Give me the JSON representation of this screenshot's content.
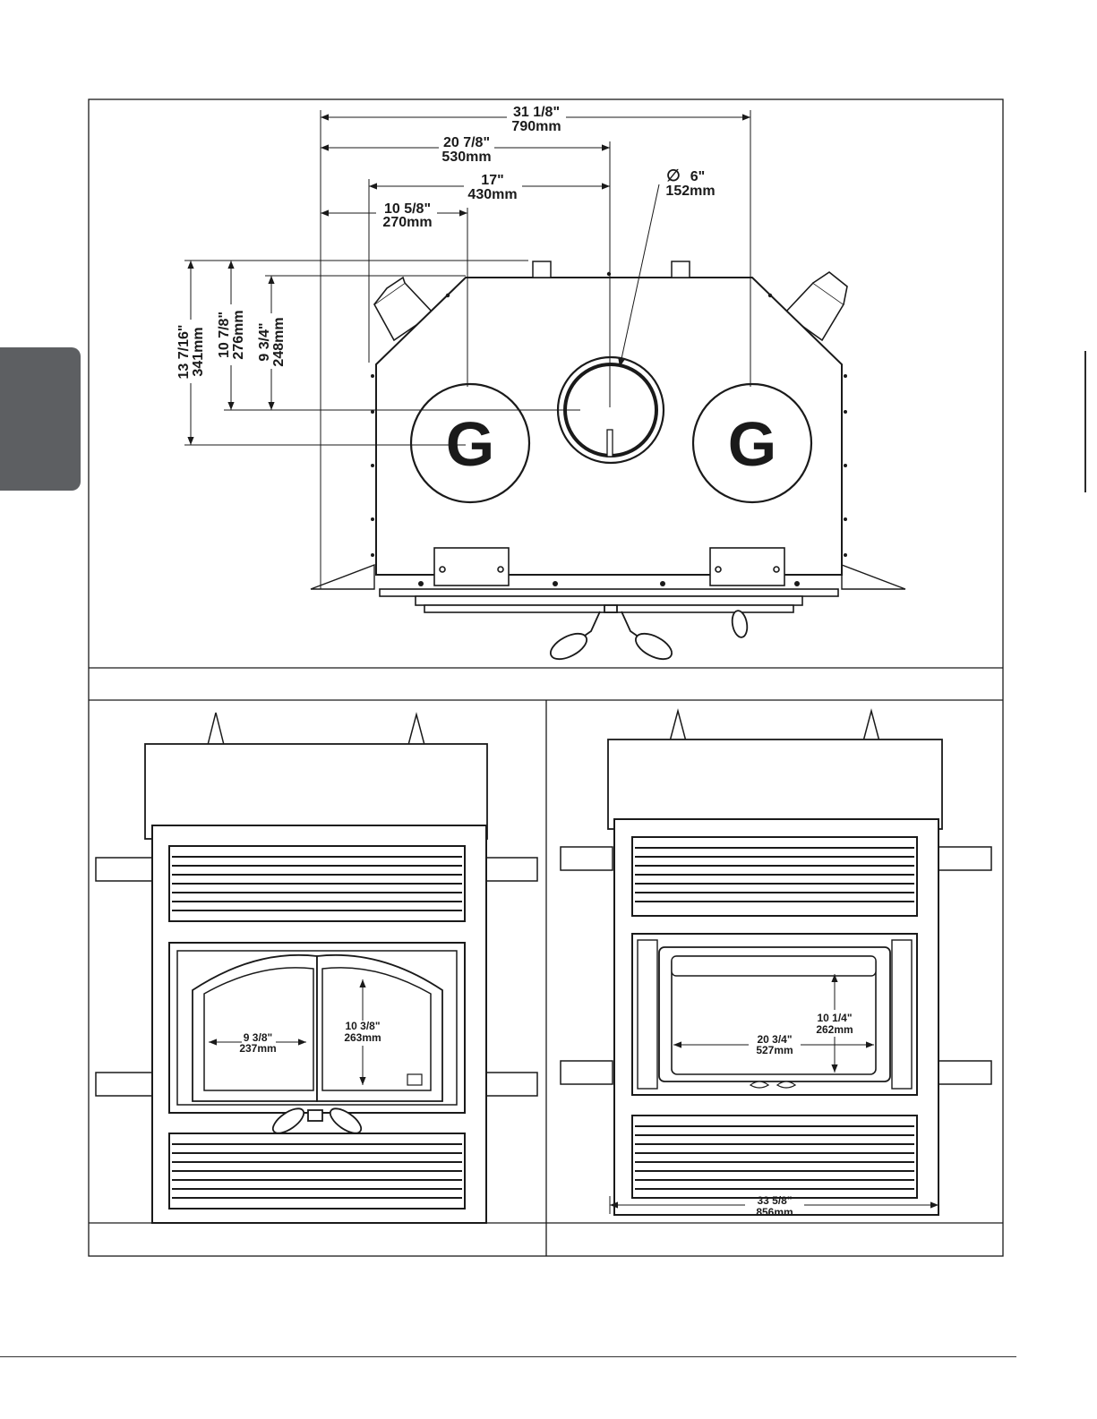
{
  "top_view": {
    "dims": {
      "overall_width": {
        "in": "31 1/8\"",
        "mm": "790mm"
      },
      "center_flue": {
        "in": "20 7/8\"",
        "mm": "530mm"
      },
      "right_port": {
        "in": "17\"",
        "mm": "430mm"
      },
      "left_port": {
        "in": "10 5/8\"",
        "mm": "270mm"
      },
      "flue_diameter": {
        "symbol": "∅",
        "in": "6\"",
        "mm": "152mm"
      },
      "depth_total": {
        "in": "13 7/16\"",
        "mm": "341mm"
      },
      "depth_flue": {
        "in": "10 7/8\"",
        "mm": "276mm"
      },
      "depth_port": {
        "in": "9 3/4\"",
        "mm": "248mm"
      }
    },
    "knockout_labels": [
      "G",
      "G"
    ]
  },
  "front_view_left": {
    "dims": {
      "glass_width": {
        "in": "9 3/8\"",
        "mm": "237mm"
      },
      "glass_height": {
        "in": "10 3/8\"",
        "mm": "263mm"
      }
    }
  },
  "front_view_right": {
    "dims": {
      "glass_height": {
        "in": "10 1/4\"",
        "mm": "262mm"
      },
      "glass_width": {
        "in": "20 3/4\"",
        "mm": "527mm"
      },
      "overall_width": {
        "in": "33 5/8\"",
        "mm": "856mm"
      }
    }
  }
}
